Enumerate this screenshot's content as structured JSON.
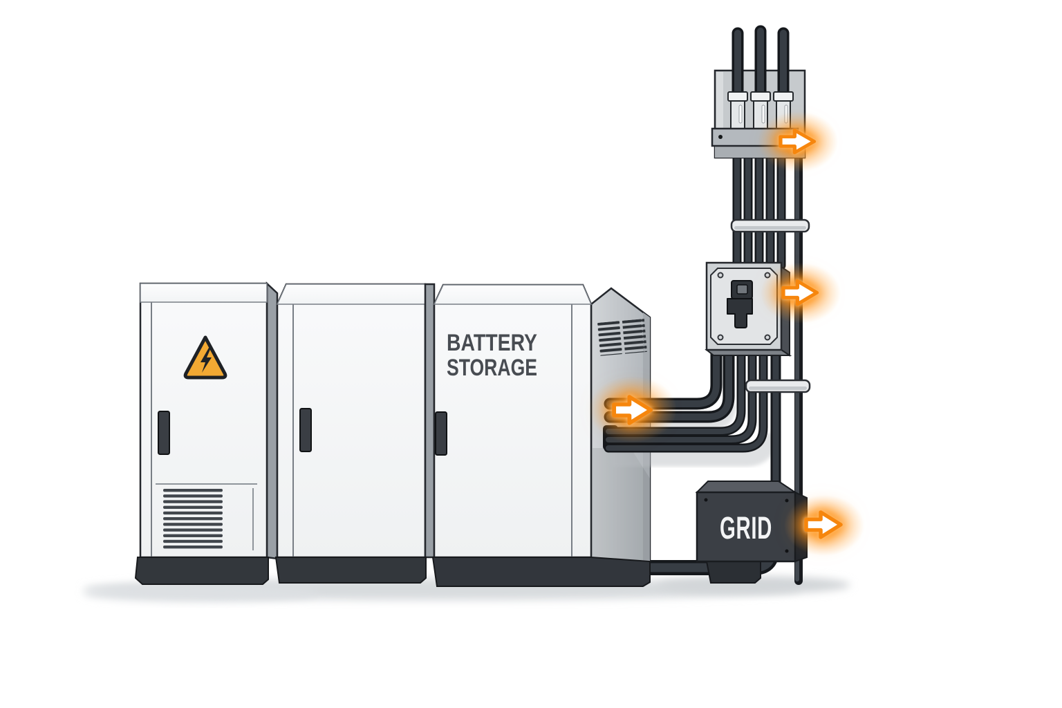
{
  "labels": {
    "battery_line1": "BATTERY",
    "battery_line2": "STORAGE",
    "grid": "GRID"
  },
  "icons": {
    "warning_triangle": "high-voltage-warning-icon",
    "flow_arrow_top": "power-flow-arrow-icon",
    "flow_arrow_switch": "power-flow-arrow-icon",
    "flow_arrow_battery": "power-flow-arrow-icon",
    "flow_arrow_grid": "power-flow-arrow-icon"
  },
  "colors": {
    "background": "#ffffff",
    "cabinet_body": "#f5f6f7",
    "cabinet_outline": "#24272c",
    "side_panel": "#c3c8cc",
    "plinth_dark": "#33373d",
    "cable_dark": "#2e343a",
    "warning_yellow": "#f2a933",
    "label_text": "#484c52",
    "grid_box_dark": "#3b3f45",
    "grid_label_white": "#f3f4f5",
    "arrow_white": "#ffffff",
    "arrow_orange": "#f6860d",
    "glow_orange": "#ff9517"
  }
}
